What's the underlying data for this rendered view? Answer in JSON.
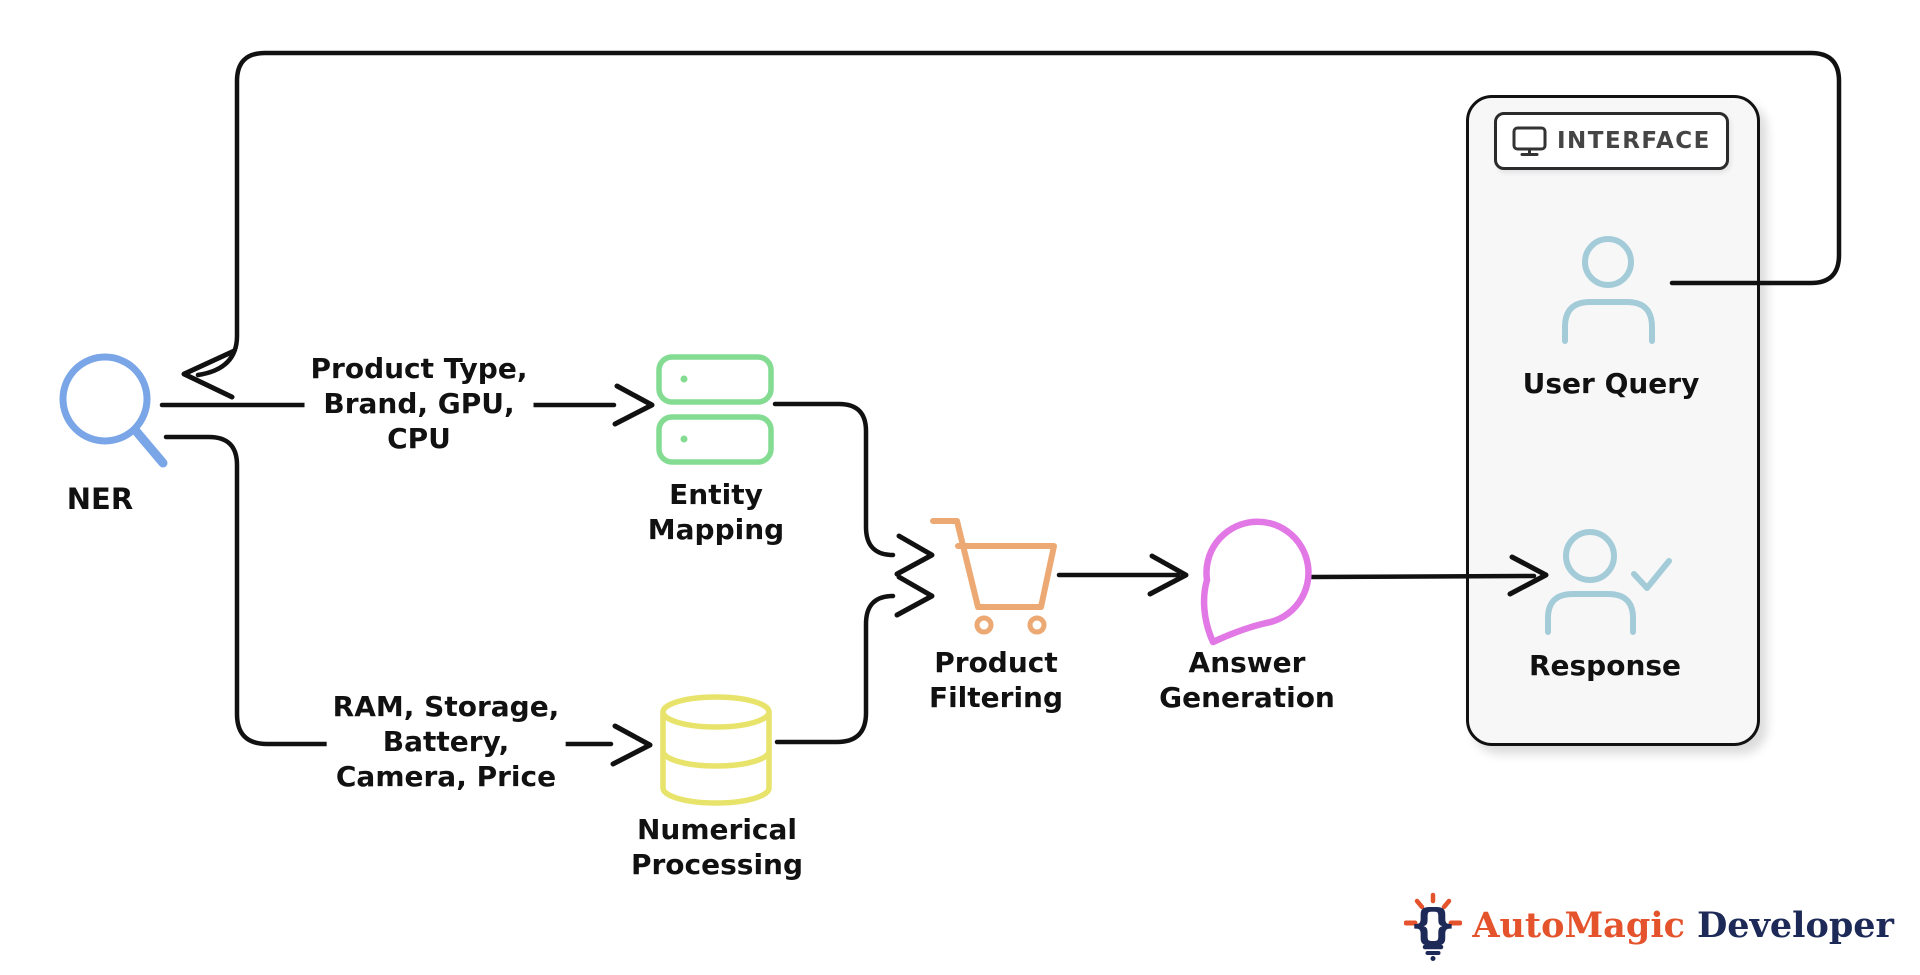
{
  "colors": {
    "line": "#111111",
    "text": "#111111",
    "ner": "#7aa6e8",
    "entity": "#84dc92",
    "numerical": "#e8e36a",
    "cart": "#eca973",
    "bubble": "#e278e6",
    "user": "#a4ccd8",
    "panel_bg": "#f7f7f8",
    "panel_border": "#111111",
    "badge_text": "#454545",
    "logo_orange": "#e4532c",
    "logo_navy": "#1d2a57"
  },
  "nodes": {
    "ner": {
      "label": "NER",
      "icon": "magnifier-icon"
    },
    "entity_mapping": {
      "label": "Entity\nMapping",
      "icon": "rows-icon"
    },
    "numerical_processing": {
      "label": "Numerical\nProcessing",
      "icon": "database-icon"
    },
    "product_filtering": {
      "label": "Product\nFiltering",
      "icon": "cart-icon"
    },
    "answer_generation": {
      "label": "Answer\nGeneration",
      "icon": "chat-bubble-icon"
    },
    "user_query": {
      "label": "User Query",
      "icon": "user-icon"
    },
    "response": {
      "label": "Response",
      "icon": "user-check-icon"
    }
  },
  "edges": {
    "ner_to_entity_mapping": {
      "label": "Product Type,\nBrand, GPU,\nCPU"
    },
    "ner_to_numerical_processing": {
      "label": "RAM, Storage,\nBattery,\nCamera, Price"
    }
  },
  "interface_panel": {
    "title": "INTERFACE",
    "icon": "monitor-icon"
  },
  "logo": {
    "brand": "AutoMagic",
    "suffix": "Developer",
    "left_brace": "{",
    "right_brace": "}",
    "icon": "lightbulb-braces-icon"
  }
}
